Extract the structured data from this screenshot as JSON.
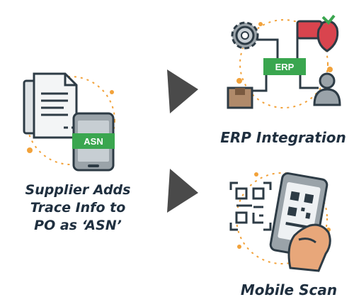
{
  "supplier": {
    "lines": [
      "Supplier Adds",
      "Trace Info to",
      "PO as ‘ASN’"
    ],
    "badge": "ASN"
  },
  "erp": {
    "caption": "ERP Integration",
    "badge": "ERP"
  },
  "mobile": {
    "caption": "Mobile Scan"
  },
  "colors": {
    "accent_green": "#3aa64f",
    "accent_orange": "#f2a23a",
    "dark_text": "#1f2f3f",
    "arrow": "#4a4a4a"
  },
  "icons": [
    "document-phone-icon",
    "erp-network-icon",
    "mobile-qr-scan-icon",
    "arrow-right-icon"
  ]
}
